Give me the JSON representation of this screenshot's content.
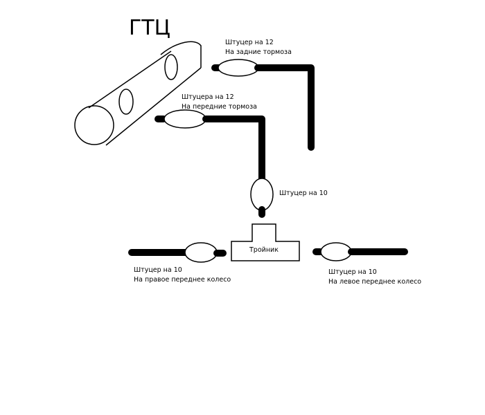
{
  "title": "ГТЦ",
  "rear_fitting": {
    "line1": "Штуцер на 12",
    "line2": "На задние тормоза"
  },
  "front_fitting": {
    "line1": "Штуцера на 12",
    "line2": "На передние тормоза"
  },
  "center_fitting": {
    "label": "Штуцер на 10"
  },
  "tee": {
    "label": "Тройник"
  },
  "right_front_fitting": {
    "line1": "Штуцер на 10",
    "line2": "На правое переднее колесо"
  },
  "left_front_fitting": {
    "line1": "Штуцер на 10",
    "line2": "На левое переднее колесо"
  },
  "colors": {
    "line": "#000000",
    "background": "#ffffff"
  }
}
